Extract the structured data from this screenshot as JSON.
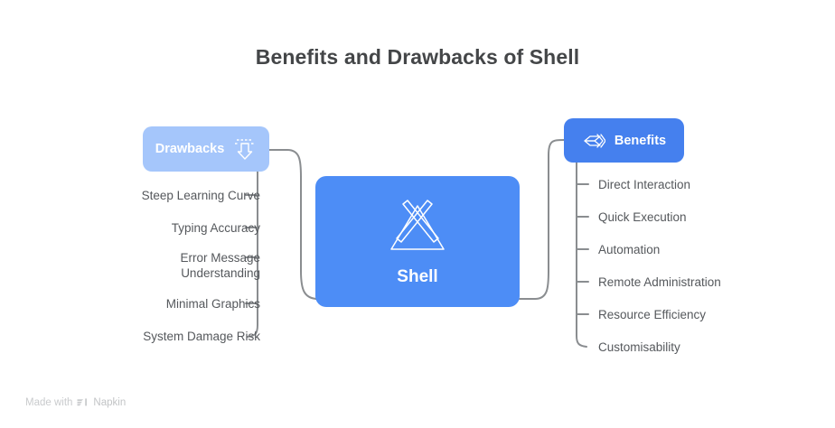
{
  "title": "Benefits and Drawbacks of Shell",
  "colors": {
    "accent_strong": "#4d8df6",
    "accent_benefits": "#4580ee",
    "accent_light": "#a5c6fb",
    "title_text": "#444648",
    "leaf_text": "#55585c",
    "connector": "#8a8d90",
    "footer_text": "#c9cbcd",
    "background": "#ffffff"
  },
  "center": {
    "label": "Shell",
    "icon": "shell-triangle-icon"
  },
  "branches": [
    {
      "id": "drawbacks",
      "label": "Drawbacks",
      "icon": "download-arrow-icon",
      "side": "left",
      "items": [
        "Steep Learning Curve",
        "Typing Accuracy",
        "Error Message\nUnderstanding",
        "Minimal Graphics",
        "System Damage Risk"
      ]
    },
    {
      "id": "benefits",
      "label": "Benefits",
      "icon": "stacked-chevrons-icon",
      "side": "right",
      "items": [
        "Direct Interaction",
        "Quick Execution",
        "Automation",
        "Remote Administration",
        "Resource Efficiency",
        "Customisability"
      ]
    }
  ],
  "footer": {
    "prefix": "Made with",
    "brand": "Napkin",
    "logo": "napkin-logo-icon"
  }
}
